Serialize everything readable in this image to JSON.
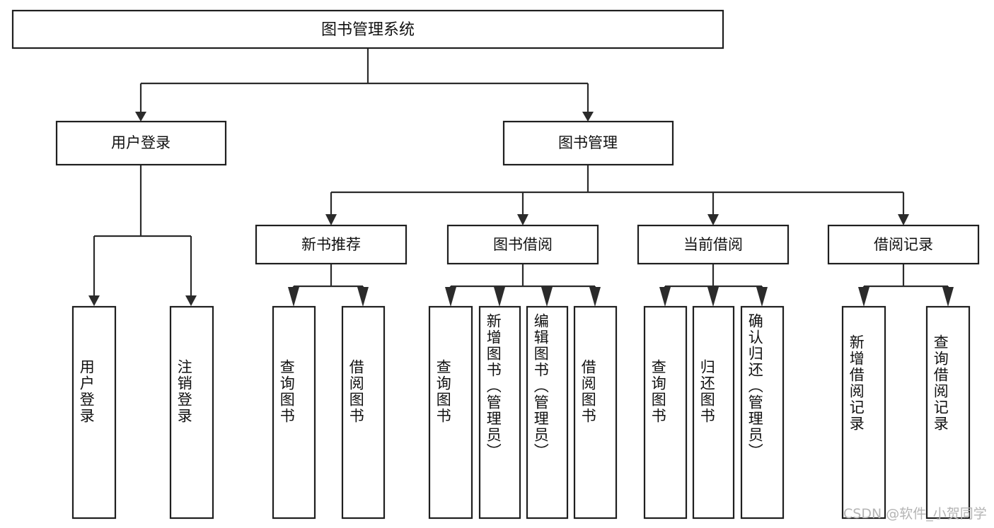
{
  "diagram": {
    "type": "tree-hierarchy",
    "title": "图书管理系统",
    "root": {
      "id": "root",
      "label": "图书管理系统",
      "orientation": "horizontal"
    },
    "level2": [
      {
        "id": "user-login",
        "label": "用户登录",
        "orientation": "horizontal"
      },
      {
        "id": "book-manage",
        "label": "图书管理",
        "orientation": "horizontal"
      }
    ],
    "level3": [
      {
        "id": "new-book-recommend",
        "label": "新书推荐",
        "orientation": "horizontal"
      },
      {
        "id": "book-borrow",
        "label": "图书借阅",
        "orientation": "horizontal"
      },
      {
        "id": "current-borrow",
        "label": "当前借阅",
        "orientation": "horizontal"
      },
      {
        "id": "borrow-record",
        "label": "借阅记录",
        "orientation": "horizontal"
      }
    ],
    "leaves": {
      "user-login": [
        {
          "id": "leaf-user-login",
          "label": "用户登录",
          "orientation": "vertical",
          "align": "center"
        },
        {
          "id": "leaf-user-logout",
          "label": "注销登录",
          "orientation": "vertical",
          "align": "center"
        }
      ],
      "new-book-recommend": [
        {
          "id": "leaf-query-book-1",
          "label": "查询图书",
          "orientation": "vertical",
          "align": "center"
        },
        {
          "id": "leaf-borrow-book-1",
          "label": "借阅图书",
          "orientation": "vertical",
          "align": "center"
        }
      ],
      "book-borrow": [
        {
          "id": "leaf-query-book-2",
          "label": "查询图书",
          "orientation": "vertical",
          "align": "center"
        },
        {
          "id": "leaf-add-book",
          "label": "新增图书（管理员）",
          "orientation": "vertical",
          "align": "top"
        },
        {
          "id": "leaf-edit-book",
          "label": "编辑图书（管理员）",
          "orientation": "vertical",
          "align": "top"
        },
        {
          "id": "leaf-borrow-book-2",
          "label": "借阅图书",
          "orientation": "vertical",
          "align": "center"
        }
      ],
      "current-borrow": [
        {
          "id": "leaf-query-book-3",
          "label": "查询图书",
          "orientation": "vertical",
          "align": "center"
        },
        {
          "id": "leaf-return-book",
          "label": "归还图书",
          "orientation": "vertical",
          "align": "center"
        },
        {
          "id": "leaf-confirm-return",
          "label": "确认归还（管理员）",
          "orientation": "vertical",
          "align": "top"
        }
      ],
      "borrow-record": [
        {
          "id": "leaf-add-record",
          "label": "新增借阅记录",
          "orientation": "vertical",
          "align": "center"
        },
        {
          "id": "leaf-query-record",
          "label": "查询借阅记录",
          "orientation": "vertical",
          "align": "center"
        }
      ]
    },
    "colors": {
      "box_fill": "#ffffff",
      "box_stroke": "#1f1f1f",
      "connector": "#2b2b2b",
      "text": "#111111",
      "background": "#ffffff",
      "watermark": "#b4b4b4"
    }
  },
  "watermark": {
    "text": "CSDN @软件_小贺同学"
  }
}
